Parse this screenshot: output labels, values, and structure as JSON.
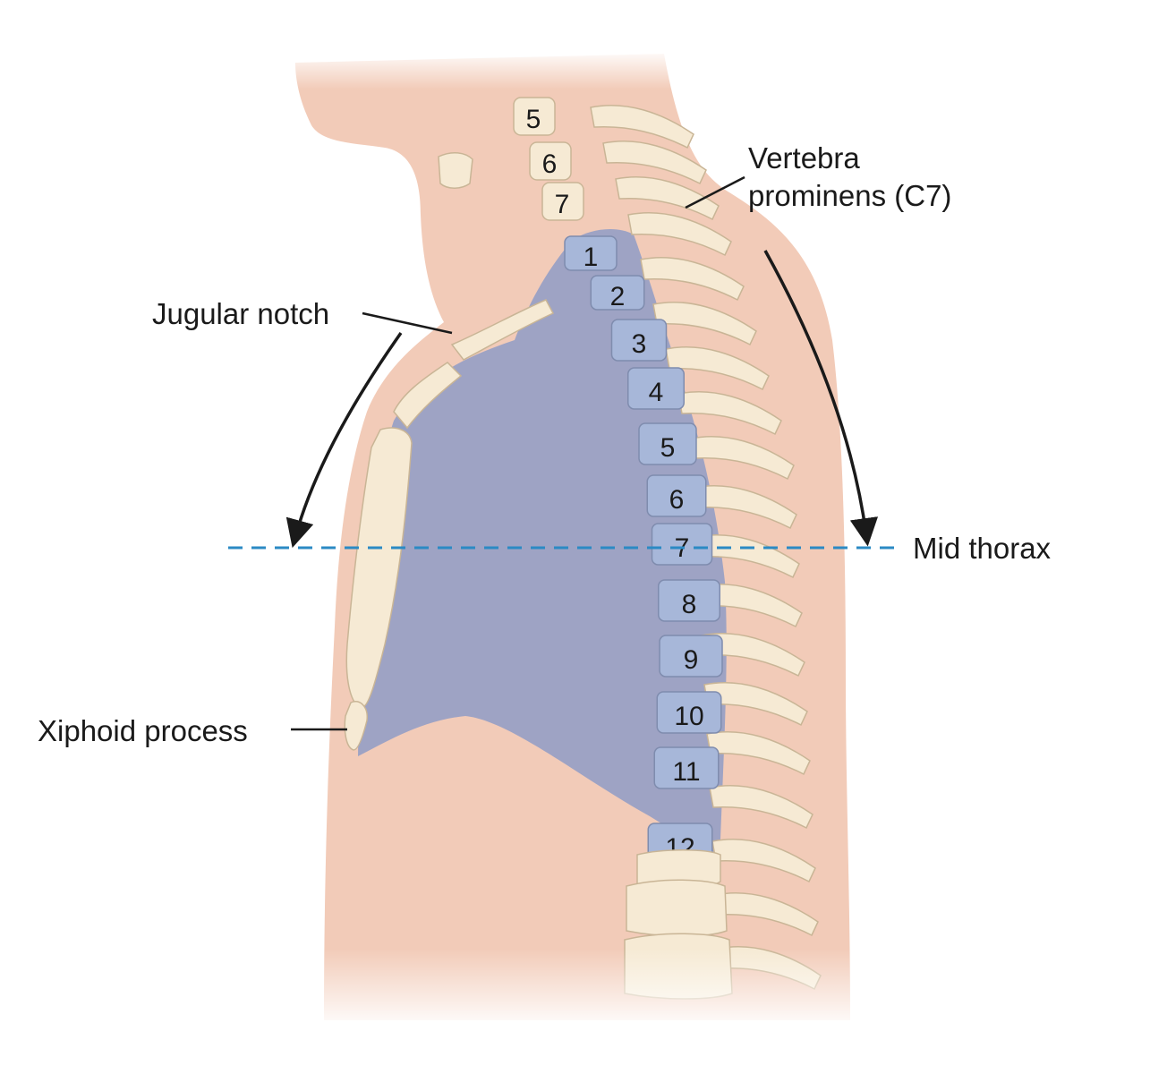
{
  "labels": {
    "vertebra_prominens_line1": "Vertebra",
    "vertebra_prominens_line2": "prominens (C7)",
    "jugular_notch": "Jugular notch",
    "mid_thorax": "Mid thorax",
    "xiphoid_process": "Xiphoid process"
  },
  "cervical_numbers": [
    "5",
    "6",
    "7"
  ],
  "thoracic_numbers": [
    "1",
    "2",
    "3",
    "4",
    "5",
    "6",
    "7",
    "8",
    "9",
    "10",
    "11",
    "12"
  ],
  "colors": {
    "skin": "#f2cbb8",
    "bone": "#f6ead4",
    "thorax": "#9ea3c4",
    "vertebra_highlight": "#a7b7d9",
    "guide_line": "#2b8ac4",
    "ink": "#1a1a1a"
  }
}
